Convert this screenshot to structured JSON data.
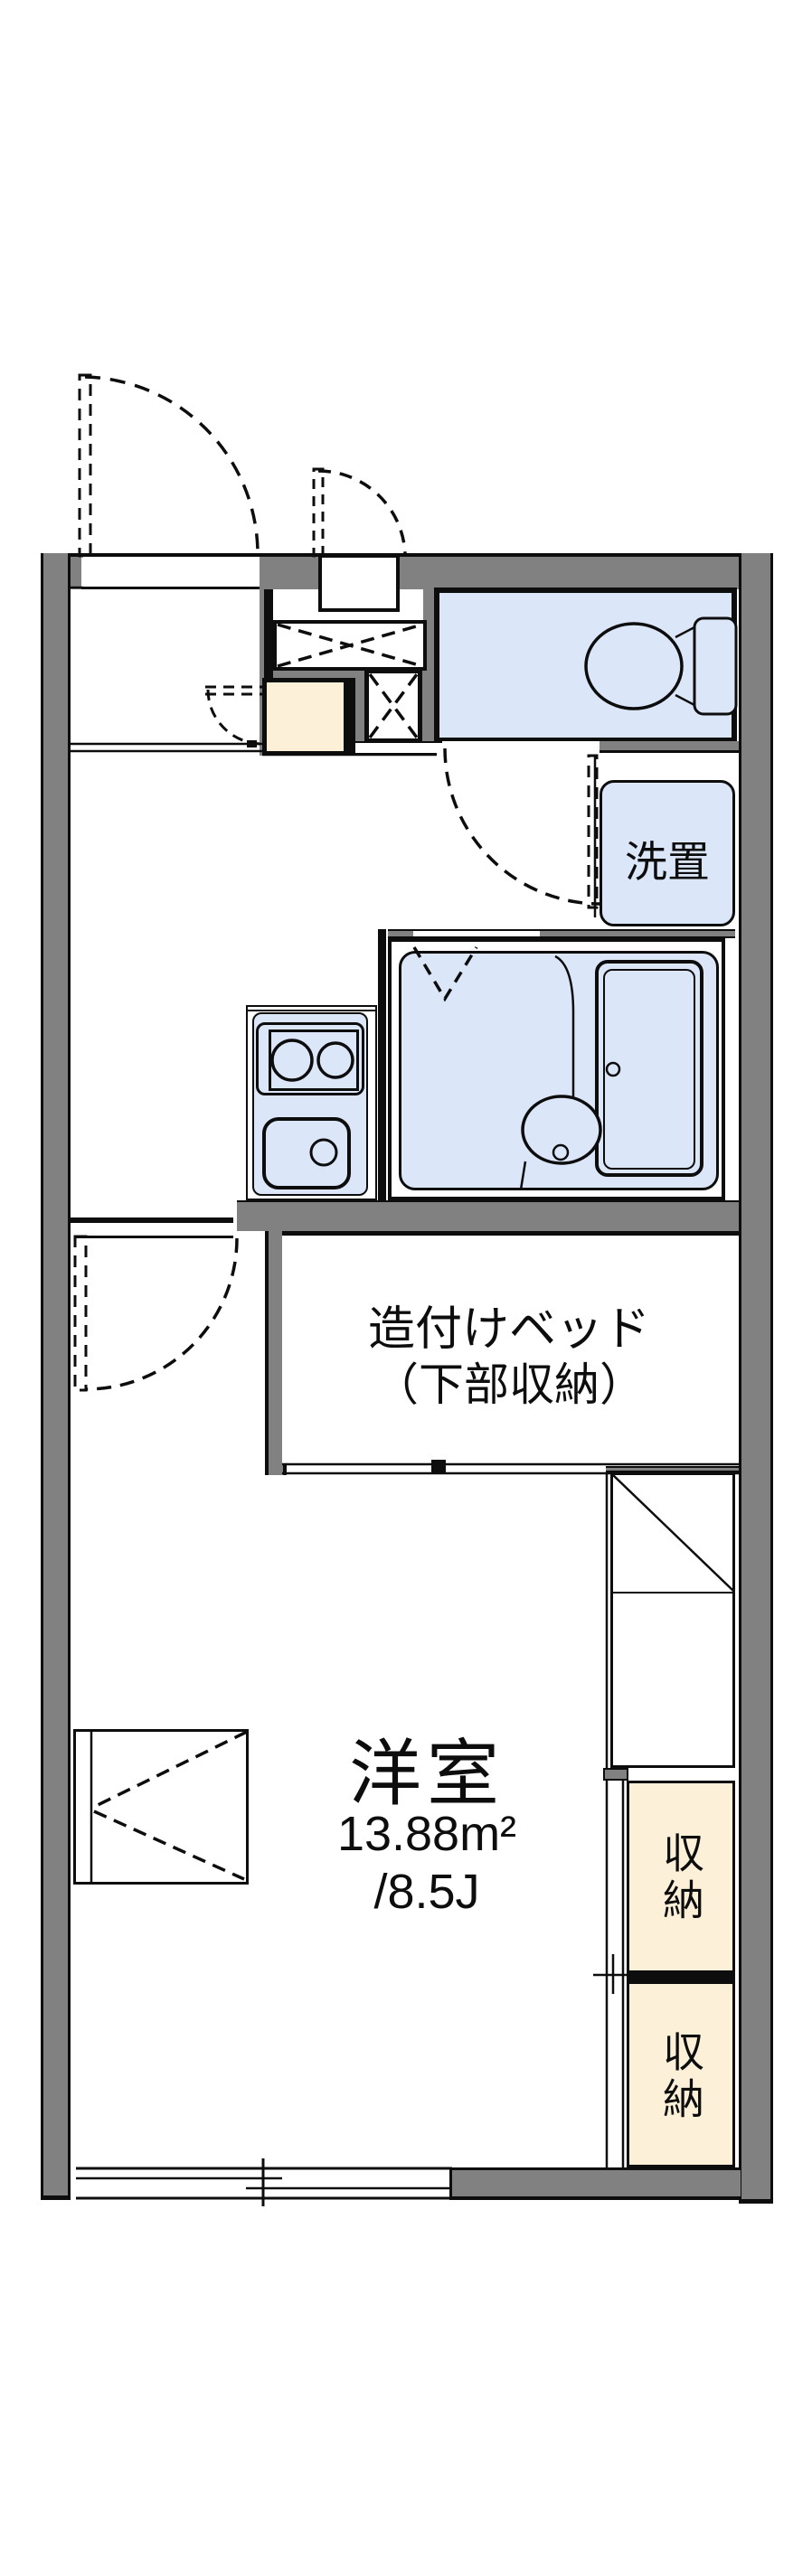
{
  "plan": {
    "type": "apartment-floor-plan",
    "labels": {
      "washer_area": "洗置",
      "bed_line1": "造付けベッド",
      "bed_line2": "（下部収納）",
      "room_name": "洋室",
      "room_area_m2": "13.88m²",
      "room_area_jo": "/8.5J",
      "storage_upper": "収納",
      "storage_lower": "収納"
    },
    "colors": {
      "wall": "#818181",
      "line": "#0d0d0d",
      "water_fixture": "#dbe7f9",
      "storage_cream": "#fcf1d8",
      "background": "#ffffff"
    }
  }
}
